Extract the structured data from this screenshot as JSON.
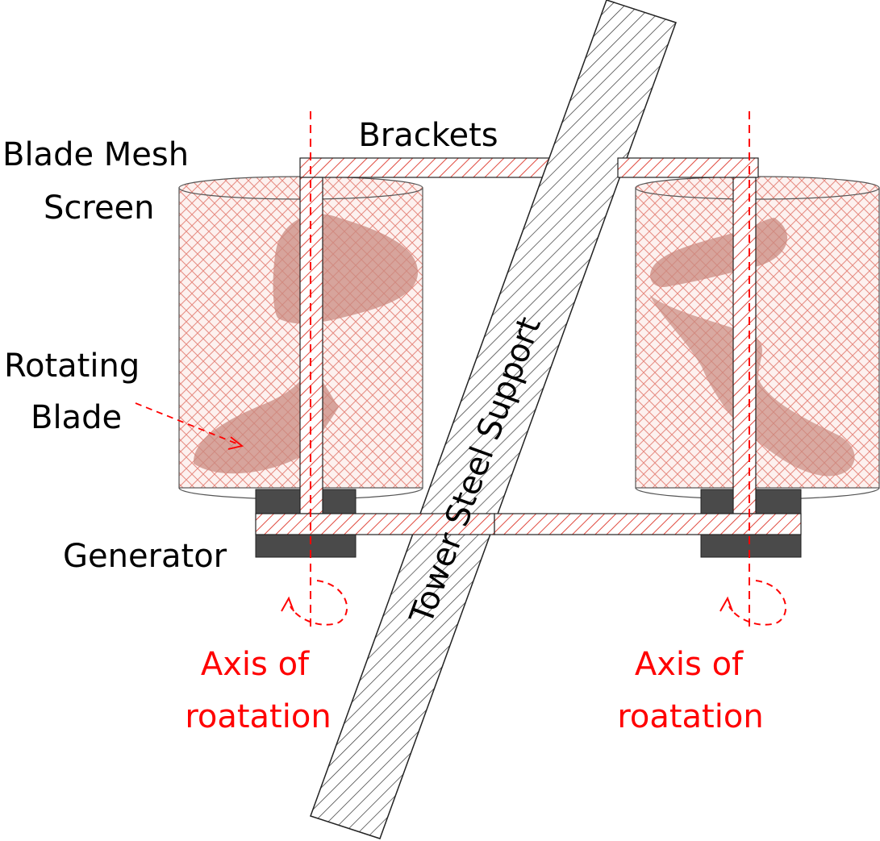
{
  "labels": {
    "brackets": "Brackets",
    "blade_mesh_screen_line1": "Blade Mesh",
    "blade_mesh_screen_line2": "Screen",
    "rotating_blade_line1": "Rotating",
    "rotating_blade_line2": "Blade",
    "generator": "Generator",
    "tower_steel_support": "Tower Steel Support",
    "axis_left_line1": "Axis of",
    "axis_left_line2": "roatation",
    "axis_right_line1": "Axis of",
    "axis_right_line2": "roatation"
  },
  "colors": {
    "text": "#000000",
    "axis_text": "#ff0000",
    "bracket_red": "#e04a3f",
    "mesh_red": "#e68a80",
    "blade_fill": "#c98a80",
    "generator_dark": "#4a4a4a",
    "tower_hatch": "#333333"
  }
}
